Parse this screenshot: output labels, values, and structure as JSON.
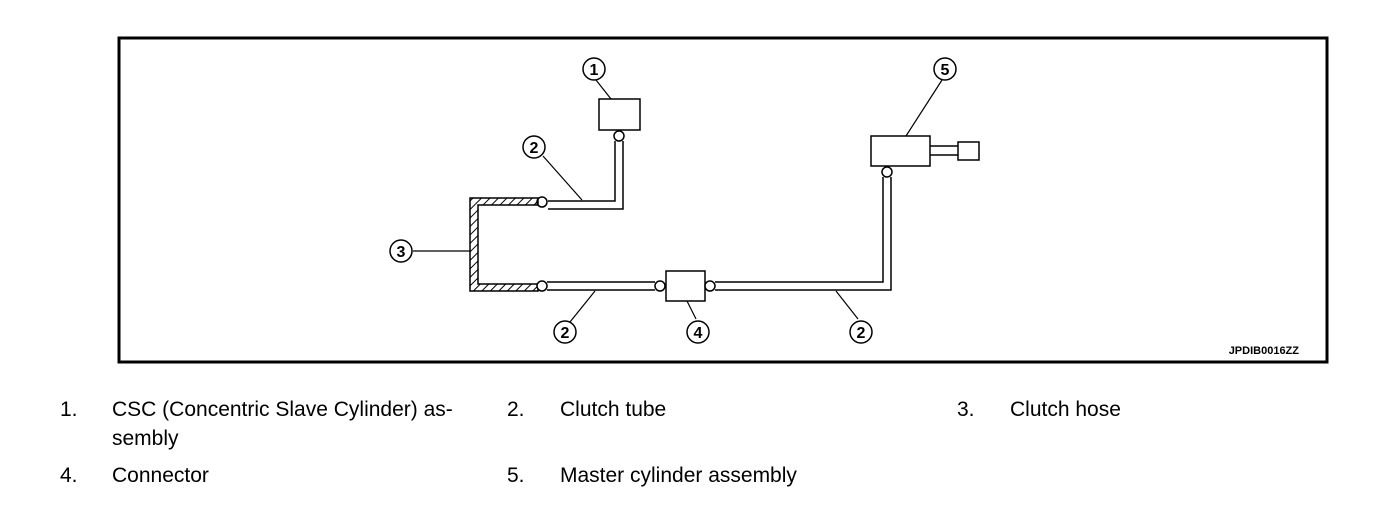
{
  "diagram": {
    "figure_code": "JPDIB0016ZZ",
    "callouts": [
      "1",
      "2",
      "3",
      "4",
      "5"
    ]
  },
  "legend": [
    {
      "num": "1.",
      "text": "CSC (Concentric Slave Cylinder) as-",
      "text2": "sembly"
    },
    {
      "num": "2.",
      "text": "Clutch tube"
    },
    {
      "num": "3.",
      "text": "Clutch hose"
    },
    {
      "num": "4.",
      "text": "Connector"
    },
    {
      "num": "5.",
      "text": "Master cylinder assembly"
    }
  ]
}
